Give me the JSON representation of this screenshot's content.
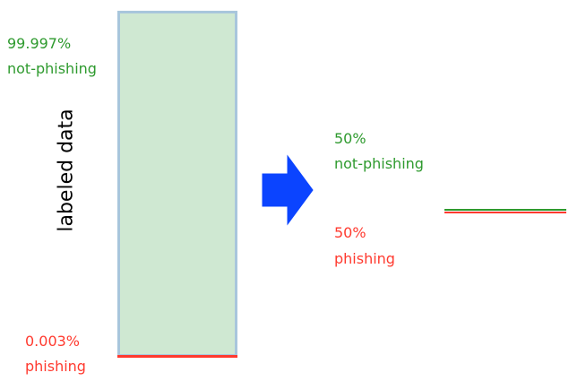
{
  "left_panel": {
    "top_percent": "99.997%",
    "top_label": "not-phishing",
    "bottom_percent": "0.003%",
    "bottom_label": "phishing",
    "vertical_label": "labeled data"
  },
  "right_panel": {
    "top_percent": "50%",
    "top_label": "not-phishing",
    "bottom_percent": "50%",
    "bottom_label": "phishing"
  },
  "icons": {
    "transform_arrow": "right-arrow-icon"
  },
  "colors": {
    "green": "#2e9a2e",
    "red": "#ff3a2f",
    "arrow": "#0b44ff",
    "bar_fill": "#cfe8d2",
    "bar_border": "#a8c6dc"
  }
}
